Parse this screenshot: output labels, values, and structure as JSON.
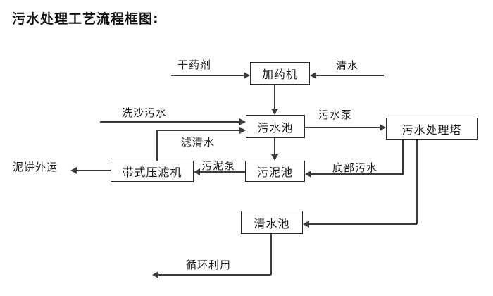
{
  "title": "污水处理工艺流程框图:",
  "nodes": {
    "dosing_machine": "加药机",
    "sewage_pool": "污水池",
    "treatment_tower": "污水处理塔",
    "sludge_pool": "污泥池",
    "belt_filter_press": "带式压滤机",
    "clean_water_pool": "清水池"
  },
  "edge_labels": {
    "dry_chemical": "干药剂",
    "clean_water": "清水",
    "sand_washing_sewage": "洗沙污水",
    "sewage_pump": "污水泵",
    "filtered_water": "滤清水",
    "sludge_pump": "污泥泵",
    "mud_cake_out": "泥饼外运",
    "bottom_sewage": "底部污水",
    "recycling": "循环利用"
  },
  "colors": {
    "background": "#ffffff",
    "line": "#3a3a3a",
    "box_border": "#2b2b2b",
    "text": "#1a1a1a"
  }
}
